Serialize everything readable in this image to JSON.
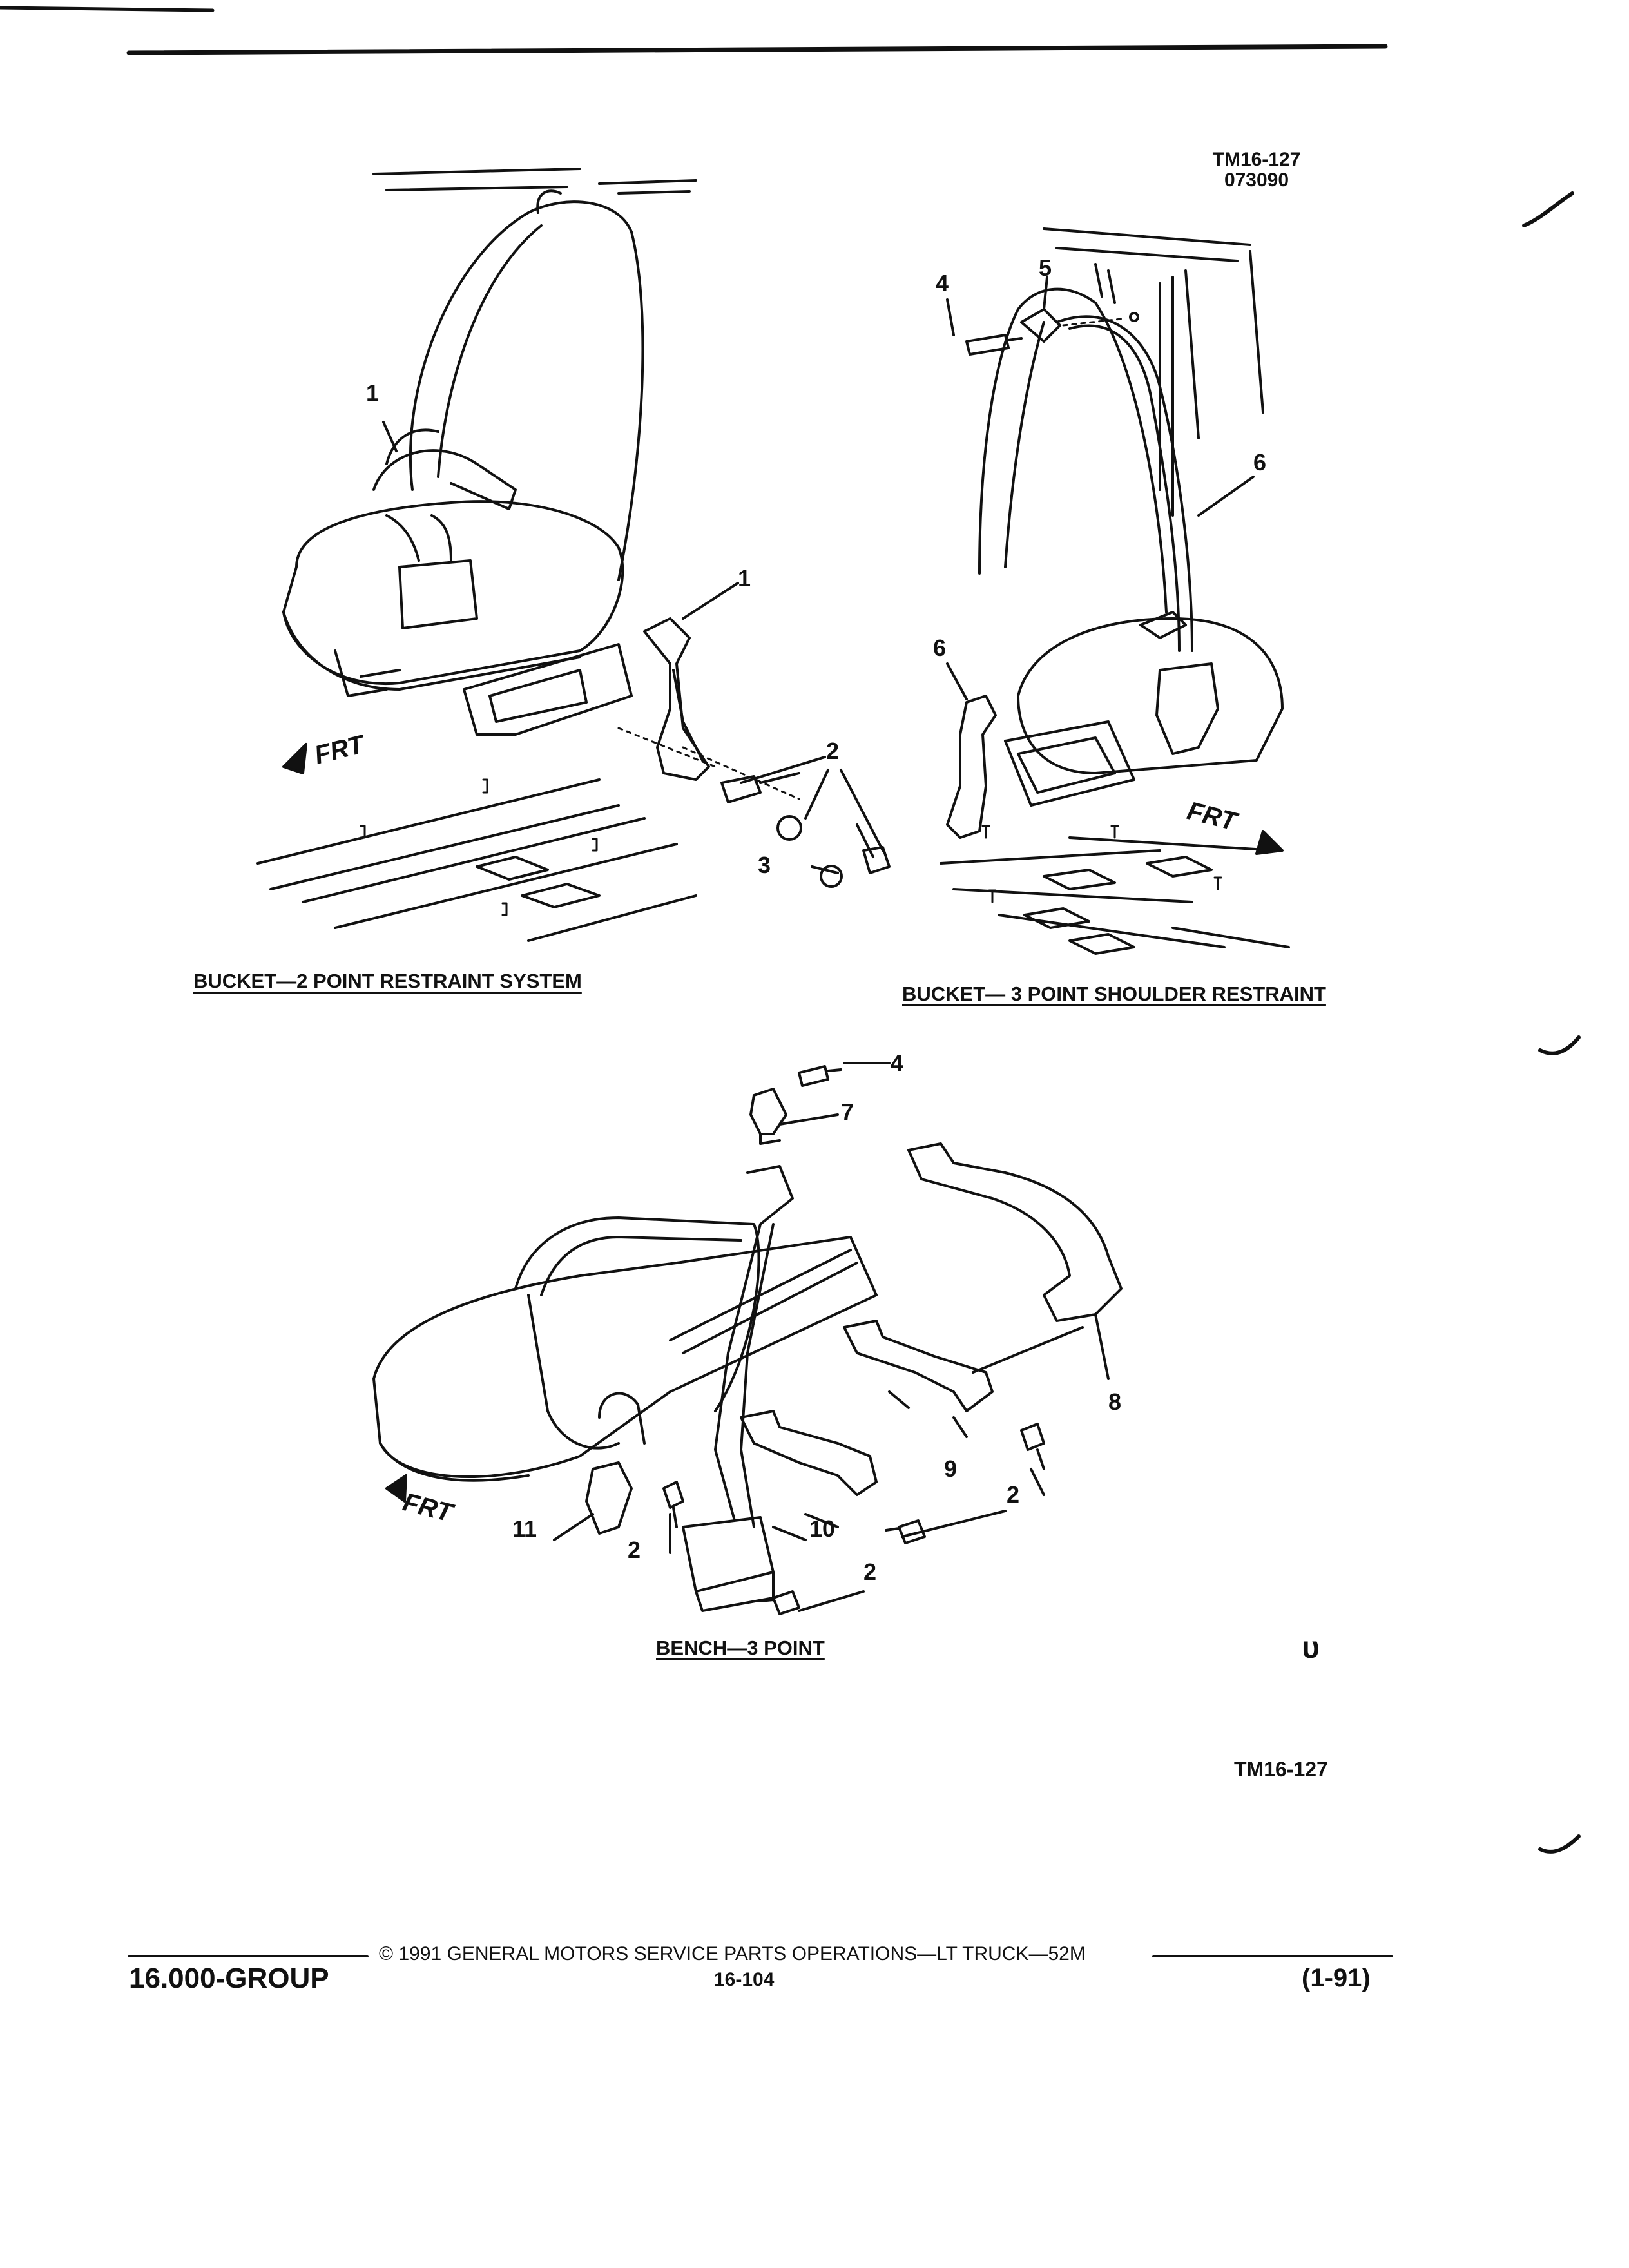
{
  "header": {
    "ref_code": "TM16-127",
    "date_code": "073090"
  },
  "views": {
    "bucket_2_point": {
      "caption": "BUCKET—2 POINT RESTRAINT SYSTEM",
      "frt": "FRT",
      "callouts": [
        "1",
        "1",
        "2",
        "3"
      ]
    },
    "bucket_3_point": {
      "caption": "BUCKET— 3 POINT SHOULDER RESTRAINT",
      "frt": "FRT",
      "callouts": [
        "4",
        "5",
        "6",
        "6"
      ]
    },
    "bench_3_point": {
      "caption": "BENCH—3 POINT",
      "frt": "FRT",
      "callouts": [
        "4",
        "7",
        "8",
        "9",
        "2",
        "2",
        "10",
        "11",
        "2"
      ]
    }
  },
  "figure_code": "TM16-127",
  "logo_mark": "ᴜ",
  "footer": {
    "copyright": "©  1991  GENERAL MOTORS SERVICE PARTS OPERATIONS—LT TRUCK—52M",
    "group": "16.000-GROUP",
    "page_number": "16-104",
    "revision": "(1-91)"
  },
  "colors": {
    "ink": "#111111",
    "paper": "#ffffff"
  }
}
